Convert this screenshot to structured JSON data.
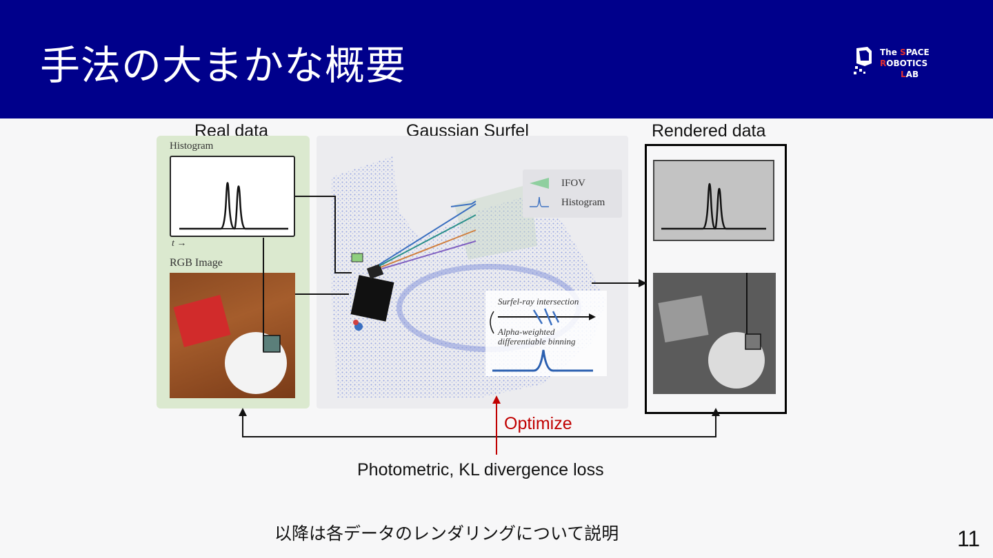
{
  "slide": {
    "title": "手法の大まかな概要",
    "page_number": "11",
    "caption": "以降は各データのレンダリングについて説明"
  },
  "logo": {
    "line1_a": "The ",
    "line1_b": "S",
    "line1_c": "PACE",
    "line2_a": "R",
    "line2_b": "OBOTICS",
    "line3_a": "L",
    "line3_b": "AB"
  },
  "diagram": {
    "label_real": "Real data",
    "label_surfel": "Gaussian Surfel",
    "label_rendered": "Rendered data",
    "histogram_label": "Histogram",
    "t_axis_label": "t →",
    "rgb_label": "RGB Image",
    "legend_ifov": "IFOV",
    "legend_histogram": "Histogram",
    "surfel_ray": "Surfel-ray intersection",
    "alpha_line1": "Alpha-weighted",
    "alpha_line2": "differentiable binning",
    "optimize_label": "Optimize",
    "loss_label": "Photometric, KL divergence loss"
  },
  "colors": {
    "header_bg": "#00008b",
    "optimize": "#c00000",
    "logo_accent": "#e53030",
    "left_panel": "#dbe9cf",
    "point_cloud": "#8a9be0"
  }
}
